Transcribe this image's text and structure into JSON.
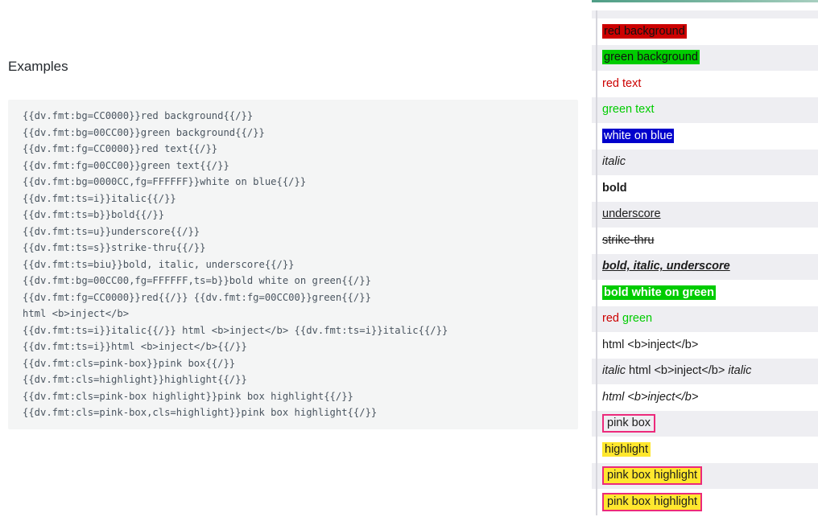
{
  "left": {
    "heading": "Examples",
    "code_lines": [
      "{{dv.fmt:bg=CC0000}}red background{{/}}",
      "{{dv.fmt:bg=00CC00}}green background{{/}}",
      "{{dv.fmt:fg=CC0000}}red text{{/}}",
      "{{dv.fmt:fg=00CC00}}green text{{/}}",
      "{{dv.fmt:bg=0000CC,fg=FFFFFF}}white on blue{{/}}",
      "{{dv.fmt:ts=i}}italic{{/}}",
      "{{dv.fmt:ts=b}}bold{{/}}",
      "{{dv.fmt:ts=u}}underscore{{/}}",
      "{{dv.fmt:ts=s}}strike-thru{{/}}",
      "{{dv.fmt:ts=biu}}bold, italic, underscore{{/}}",
      "{{dv.fmt:bg=00CC00,fg=FFFFFF,ts=b}}bold white on green{{/}}",
      "{{dv.fmt:fg=CC0000}}red{{/}} {{dv.fmt:fg=00CC00}}green{{/}}",
      "html <b>inject</b>",
      "{{dv.fmt:ts=i}}italic{{/}} html <b>inject</b> {{dv.fmt:ts=i}}italic{{/}}",
      "{{dv.fmt:ts=i}}html <b>inject</b>{{/}}",
      "{{dv.fmt:cls=pink-box}}pink box{{/}}",
      "{{dv.fmt:cls=highlight}}highlight{{/}}",
      "{{dv.fmt:cls=pink-box highlight}}pink box highlight{{/}}",
      "{{dv.fmt:cls=pink-box,cls=highlight}}pink box highlight{{/}}"
    ]
  },
  "right": {
    "rows": [
      {
        "text": "red background",
        "style": "bg-red"
      },
      {
        "text": "green background",
        "style": "bg-green"
      },
      {
        "text": "red text",
        "style": "fg-red"
      },
      {
        "text": "green text",
        "style": "fg-green"
      },
      {
        "text": "white on blue",
        "style": "white-on-blue"
      },
      {
        "text": "italic",
        "style": "italic"
      },
      {
        "text": "bold",
        "style": "bold"
      },
      {
        "text": "underscore",
        "style": "underscore"
      },
      {
        "text": "strike-thru",
        "style": "strike"
      },
      {
        "text": "bold, italic, underscore",
        "style": "biu"
      },
      {
        "text": "bold white on green",
        "style": "bold-white-green"
      },
      {
        "text": "red green",
        "style": "red-green",
        "parts": [
          {
            "text": "red",
            "style": "fg-red"
          },
          {
            "text": " ",
            "style": "plain"
          },
          {
            "text": "green",
            "style": "fg-green"
          }
        ]
      },
      {
        "text": "html <b>inject</b>",
        "style": "plain"
      },
      {
        "text": "italic html <b>inject</b> italic",
        "style": "italic-inject",
        "parts": [
          {
            "text": "italic",
            "style": "italic"
          },
          {
            "text": " html <b>inject</b> ",
            "style": "plain"
          },
          {
            "text": "italic",
            "style": "italic"
          }
        ]
      },
      {
        "text": "html <b>inject</b>",
        "style": "italic"
      },
      {
        "text": "pink box",
        "style": "pink-box"
      },
      {
        "text": "highlight",
        "style": "highlight"
      },
      {
        "text": "pink box highlight",
        "style": "pink-box-highlight"
      },
      {
        "text": "pink box highlight",
        "style": "pink-box-highlight"
      }
    ]
  },
  "colors": {
    "red": "#CC0000",
    "green": "#00CC00",
    "blue": "#0000CC",
    "white": "#FFFFFF",
    "pink_border": "#EC2A7B",
    "highlight_yellow": "#FFE72E",
    "code_bg": "#F4F5F5",
    "row_alt_bg": "#EEEEF2",
    "top_rule": "#4F9E86"
  }
}
